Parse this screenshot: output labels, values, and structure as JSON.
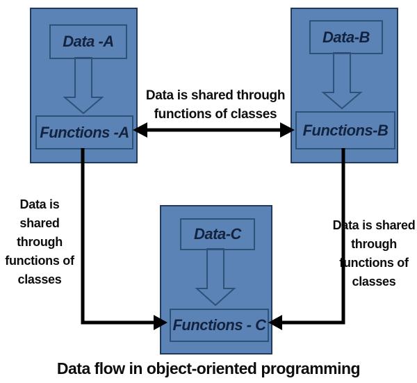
{
  "caption": "Data flow in object-oriented programming",
  "colors": {
    "box_fill": "#5b83b6",
    "box_border": "#1f3a5e",
    "inner_border": "#2e5177",
    "box_text": "#13233f",
    "arrow": "#000000",
    "label_text": "#0d0d0d",
    "background": "#ffffff"
  },
  "objects": [
    {
      "id": "A",
      "data_label": "Data -A",
      "functions_label": "Functions -A"
    },
    {
      "id": "B",
      "data_label": "Data-B",
      "functions_label": "Functions-B"
    },
    {
      "id": "C",
      "data_label": "Data-C",
      "functions_label": "Functions - C"
    }
  ],
  "arrow_labels": {
    "a_b": "Data is shared through\nfunctions of classes",
    "a_c": "Data is shared\nthrough\nfunctions of\nclasses",
    "b_c": "Data is shared\nthrough\nfunctions of\nclasses"
  }
}
